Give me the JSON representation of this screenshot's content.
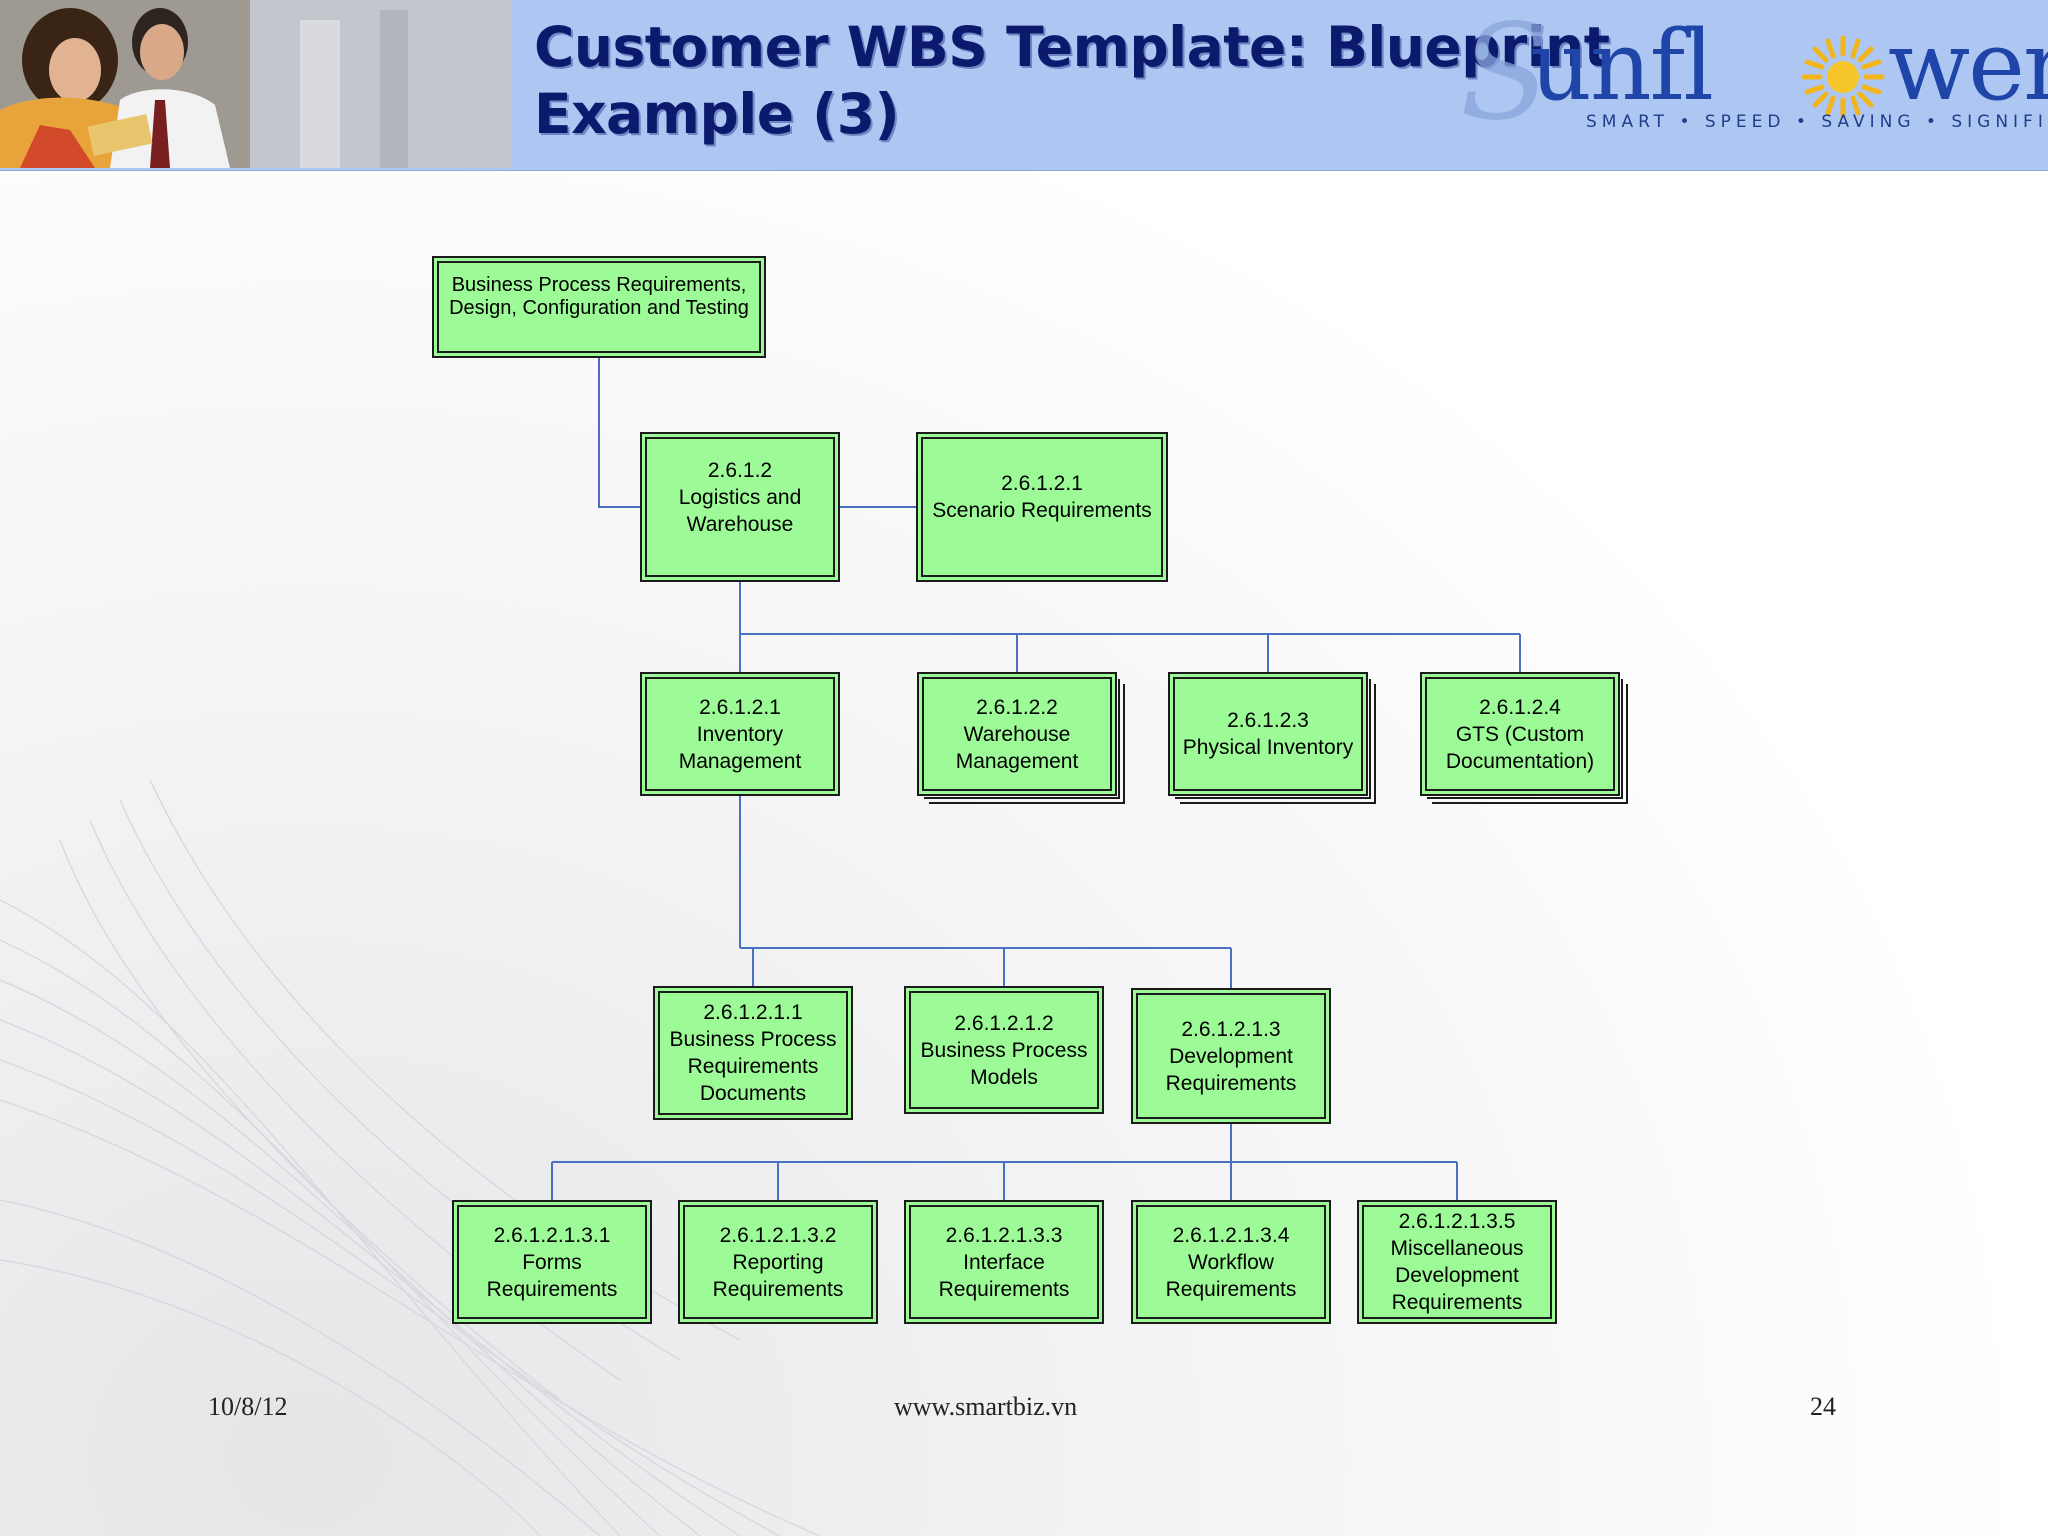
{
  "slide": {
    "title_line1": "Customer WBS Template:  Blueprint",
    "title_line2": "Example (3)"
  },
  "logo": {
    "brand_initial": "S",
    "brand_middle": "unfl",
    "brand_end": "wer",
    "tagline": "SMART • SPEED • SAVING • SIGNIFICANT"
  },
  "diagram": {
    "nodes": {
      "root": {
        "line1": "Business Process Requirements,",
        "line2": "Design, Configuration and Testing"
      },
      "n2612": {
        "code": "2.6.1.2",
        "line1": "Logistics and",
        "line2": "Warehouse"
      },
      "n26121a": {
        "code": "2.6.1.2.1",
        "line1": "Scenario Requirements"
      },
      "n26121": {
        "code": "2.6.1.2.1",
        "line1": "Inventory",
        "line2": "Management"
      },
      "n26122": {
        "code": "2.6.1.2.2",
        "line1": "Warehouse",
        "line2": "Management"
      },
      "n26123": {
        "code": "2.6.1.2.3",
        "line1": "Physical Inventory"
      },
      "n26124": {
        "code": "2.6.1.2.4",
        "line1": "GTS (Custom",
        "line2": "Documentation)"
      },
      "n261211": {
        "code": "2.6.1.2.1.1",
        "line1": "Business Process",
        "line2": "Requirements",
        "line3": "Documents"
      },
      "n261212": {
        "code": "2.6.1.2.1.2",
        "line1": "Business Process",
        "line2": "Models"
      },
      "n261213": {
        "code": "2.6.1.2.1.3",
        "line1": "Development",
        "line2": "Requirements"
      },
      "n2612131": {
        "code": "2.6.1.2.1.3.1",
        "line1": "Forms",
        "line2": "Requirements"
      },
      "n2612132": {
        "code": "2.6.1.2.1.3.2",
        "line1": "Reporting",
        "line2": "Requirements"
      },
      "n2612133": {
        "code": "2.6.1.2.1.3.3",
        "line1": "Interface",
        "line2": "Requirements"
      },
      "n2612134": {
        "code": "2.6.1.2.1.3.4",
        "line1": "Workflow",
        "line2": "Requirements"
      },
      "n2612135": {
        "code": "2.6.1.2.1.3.5",
        "line1": "Miscellaneous",
        "line2": "Development",
        "line3": "Requirements"
      }
    }
  },
  "footer": {
    "date": "10/8/12",
    "website": "www.smartbiz.vn",
    "page_number": "24"
  },
  "colors": {
    "node_fill": "#9cfb96",
    "connector": "#4a70c4",
    "header_band": "#adc6f2",
    "title_text": "#0b1a6d"
  }
}
